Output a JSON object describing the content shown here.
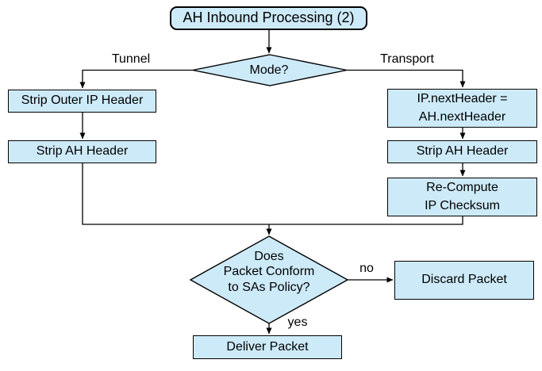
{
  "diagram": {
    "title": "AH Inbound Processing (2)",
    "theme": {
      "node-fill": "#cdeaf8",
      "node-border": "#000000",
      "line-color": "#000000",
      "bg": "#ffffff"
    },
    "nodes": {
      "start": "AH Inbound Processing (2)",
      "mode_decision": "Mode?",
      "strip_outer_ip": "Strip Outer IP Header",
      "strip_ah_left": "Strip AH Header",
      "ip_next_header": "IP.nextHeader =\nAH.nextHeader",
      "strip_ah_right": "Strip AH Header",
      "recompute_checksum": "Re-Compute\nIP Checksum",
      "policy_decision": "Does\nPacket Conform\nto SAs Policy?",
      "discard": "Discard Packet",
      "deliver": "Deliver Packet"
    },
    "edge_labels": {
      "tunnel": "Tunnel",
      "transport": "Transport",
      "no": "no",
      "yes": "yes"
    }
  }
}
